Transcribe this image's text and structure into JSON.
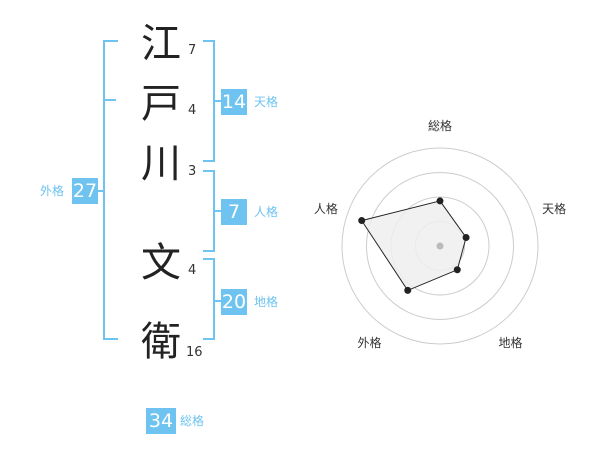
{
  "name": {
    "chars": [
      {
        "char": "江",
        "strokes": "7"
      },
      {
        "char": "戸",
        "strokes": "4"
      },
      {
        "char": "川",
        "strokes": "3"
      },
      {
        "char": "文",
        "strokes": "4"
      },
      {
        "char": "衛",
        "strokes": "16"
      }
    ]
  },
  "kakusu": {
    "tenkaku": {
      "value": "14",
      "label": "天格"
    },
    "jinkaku": {
      "value": "7",
      "label": "人格"
    },
    "chikaku": {
      "value": "20",
      "label": "地格"
    },
    "gaikaku": {
      "value": "27",
      "label": "外格"
    },
    "soukaku": {
      "value": "34",
      "label": "総格"
    }
  },
  "chart_data": {
    "type": "radar",
    "axes": [
      "総格",
      "天格",
      "地格",
      "外格",
      "人格"
    ],
    "values": [
      2.3,
      1.4,
      1.5,
      2.8,
      4.2
    ],
    "max": 5,
    "rings": 4,
    "colors": {
      "accent": "#6ec3f0",
      "fill": "#eeeeee",
      "line": "#222222",
      "grid": "#cccccc",
      "center": "#bbbbbb"
    }
  }
}
